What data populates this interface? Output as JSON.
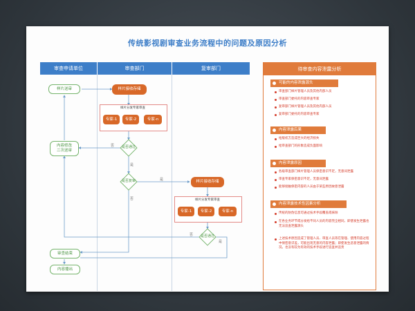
{
  "title": "传统影视剧审查业务流程中的问题及原因分析",
  "lanes": {
    "lane1": "审查申请单位",
    "lane2": "审查部门",
    "lane3": "复审部门"
  },
  "flow": {
    "send_film": "样片送审",
    "receive1": "样片接收存储",
    "dispatch1": "样片分发专家审查",
    "expert1": "专家-1",
    "expert2": "专家-2",
    "expertn": "专家-n",
    "approve1": "是否通过",
    "revise": "内容修改\n二次送审",
    "no_label": "否",
    "yes_label": "是",
    "review_q": "是否复审",
    "receive2": "样片接收存储",
    "dispatch2": "样片分发专家审查",
    "expert21": "专家-1",
    "expert22": "专家-2",
    "expert2n": "专家-n",
    "approve2": "是否通过",
    "finish": "审查结束",
    "broadcast": "内容播出"
  },
  "panel": {
    "header": "待审查内容泄露分析",
    "sections": [
      {
        "title": "可能的内容泄露源头",
        "items": [
          "审查部门样片管理人员及其他内部人员",
          "审查部门委托的内容审查专家",
          "复审部门样片管理人员及其他内部人员",
          "复审部门委托的内容审查专家"
        ]
      },
      {
        "title": "内容泄露后果",
        "items": [
          "给版权方造成巨大的经济损失",
          "给审查部门的形象造成负面影响"
        ]
      },
      {
        "title": "内容泄露原因",
        "items": [
          "各级审查部门样片管理人员保密意识不足，无意间泄露",
          "审查专家保密意识不足，无意间泄露",
          "能够接触保密内容的人员由于某些原因故意泄露"
        ]
      },
      {
        "title": "内容泄露技术性因素分析",
        "items": [
          "传统的防伪信息可通过技术手段覆盖或抹除",
          "在各业务环节或分发给不同人员的内容完全相同，即使发生泄露也无法追查泄露源头",
          "上述技术原因造成了管理人员、审查人员等在管理、使用内容过程中保密意识差，可能出现无意的内容泄露；即使发生恶意泄露的情况，也没有较为有效的技术手段进行追查并追责"
        ]
      }
    ]
  }
}
